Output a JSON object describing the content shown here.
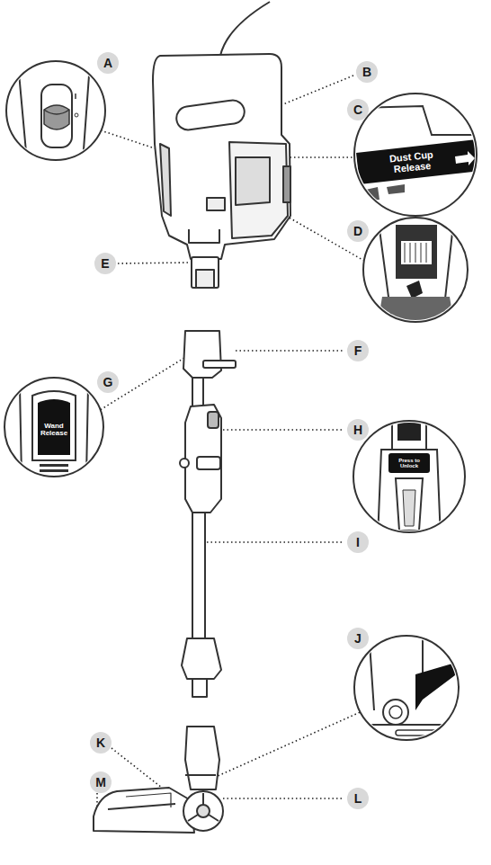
{
  "diagram": {
    "labels": [
      "A",
      "B",
      "C",
      "D",
      "E",
      "F",
      "G",
      "H",
      "I",
      "J",
      "K",
      "M",
      "L",
      "Dust Cup Release",
      "Wand Release",
      "Press to Unlock"
    ]
  }
}
